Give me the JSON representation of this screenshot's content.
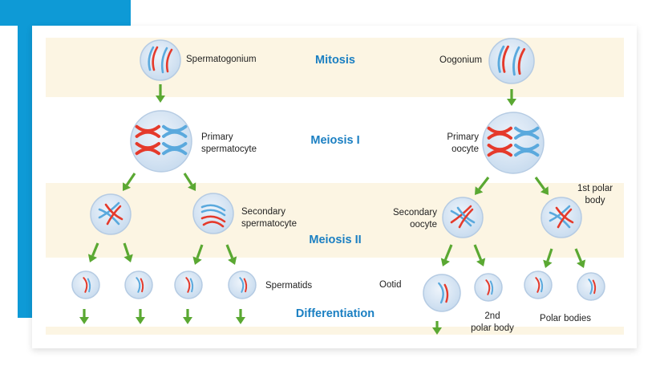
{
  "stages": {
    "mitosis": "Mitosis",
    "meiosis_1": "Meiosis I",
    "meiosis_2": "Meiosis II",
    "differentiation": "Differentiation"
  },
  "male": {
    "spermatogonium": "Spermatogonium",
    "primary_line1": "Primary",
    "primary_line2": "spermatocyte",
    "secondary_line1": "Secondary",
    "secondary_line2": "spermatocyte",
    "spermatids": "Spermatids"
  },
  "female": {
    "oogonium": "Oogonium",
    "primary_line1": "Primary",
    "primary_line2": "oocyte",
    "secondary_line1": "Secondary",
    "secondary_line2": "oocyte",
    "first_polar_line1": "1st polar",
    "first_polar_line2": "body",
    "ootid": "Ootid",
    "second_polar_line1": "2nd",
    "second_polar_line2": "polar body",
    "polar_bodies": "Polar bodies"
  },
  "colors": {
    "band": "#fcf5e3",
    "cell_fill": "#d8e6f4",
    "cell_stroke": "#b5cbe3",
    "chromosome_red": "#e53a2b",
    "chromosome_blue": "#5aa9dd",
    "arrow": "#5aa832",
    "stage_label": "#1a7fc2"
  }
}
